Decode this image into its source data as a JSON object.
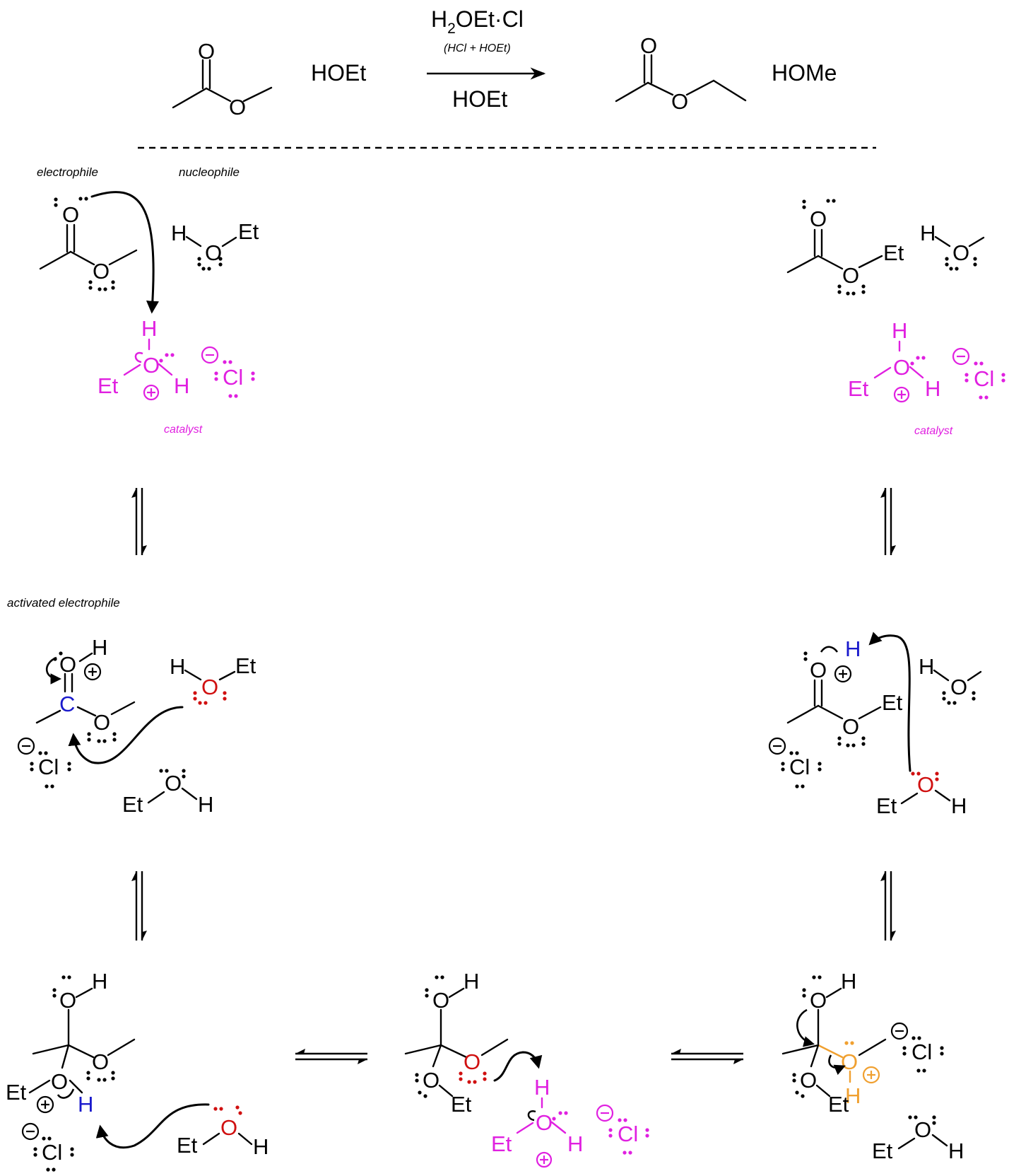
{
  "colors": {
    "black": "#000000",
    "magenta": "#e020e0",
    "blue": "#1a1acc",
    "red": "#d01010",
    "orange": "#f0a030"
  },
  "reaction": {
    "reagent_top": "H2OEt·Cl",
    "reagent_sub": "(HCl + HOEt)",
    "solvent": "HOEt",
    "reactant2": "HOEt",
    "product2": "HOMe"
  },
  "labels": {
    "electrophile": "electrophile",
    "nucleophile": "nucleophile",
    "catalyst": "catalyst",
    "activated": "activated electrophile"
  },
  "atoms": {
    "O": "O",
    "H": "H",
    "Et": "Et",
    "C": "C",
    "Cl": "Cl",
    "plus": "+",
    "minus": "−"
  }
}
